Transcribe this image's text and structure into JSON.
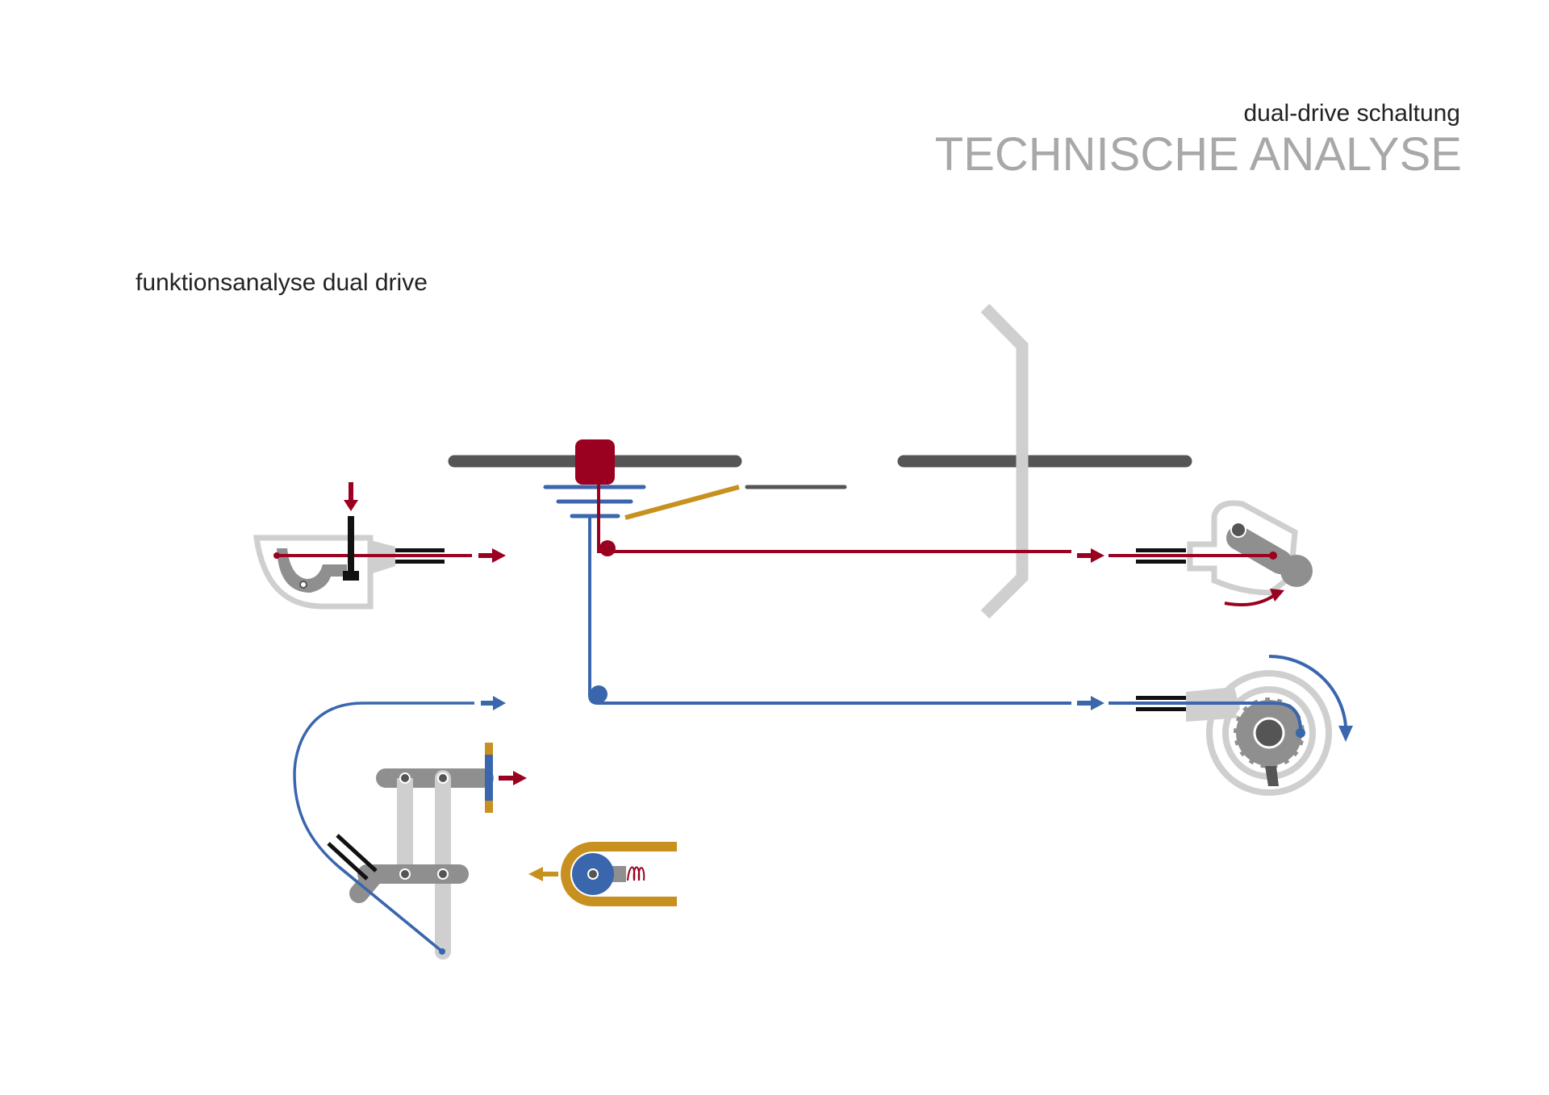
{
  "header": {
    "subtitle": "dual-drive schaltung",
    "title": "TECHNISCHE ANALYSE"
  },
  "section_title": "funktionsanalyse dual drive",
  "colors": {
    "red": "#9a0020",
    "blue": "#3a66ad",
    "orange": "#c8901e",
    "dark_grey": "#555555",
    "mid_grey": "#8f8f8f",
    "light_grey": "#cfcfcf",
    "black": "#111111"
  }
}
